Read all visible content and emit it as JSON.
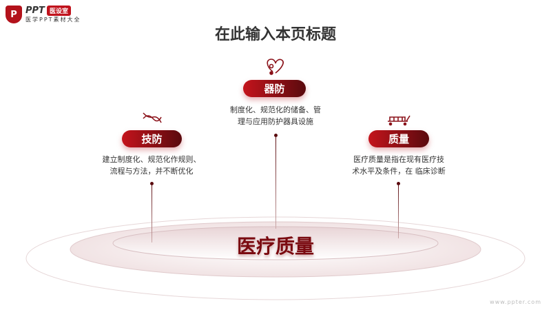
{
  "logo": {
    "icon": "P",
    "name": "PPT",
    "tag": "医设室",
    "subtitle": "医学PPT素材大全"
  },
  "title": "在此输入本页标题",
  "items": [
    {
      "label": "技防",
      "icon": "dna-icon",
      "desc1": "建立制度化、规范化作规则、",
      "desc2": "流程与方法，并不断优化"
    },
    {
      "label": "器防",
      "icon": "stethoscope-heart-icon",
      "desc1": "制度化、规范化的储备、管",
      "desc2": "理与应用防护器具设施"
    },
    {
      "label": "质量",
      "icon": "hospital-bed-icon",
      "desc1": "医疗质量是指在现有医疗技",
      "desc2": "术水平及条件，在 临床诊断"
    }
  ],
  "center_label": "医疗质量",
  "watermark": "www.ppter.com",
  "colors": {
    "accent": "#c4141c",
    "dark": "#5a0a0e"
  }
}
